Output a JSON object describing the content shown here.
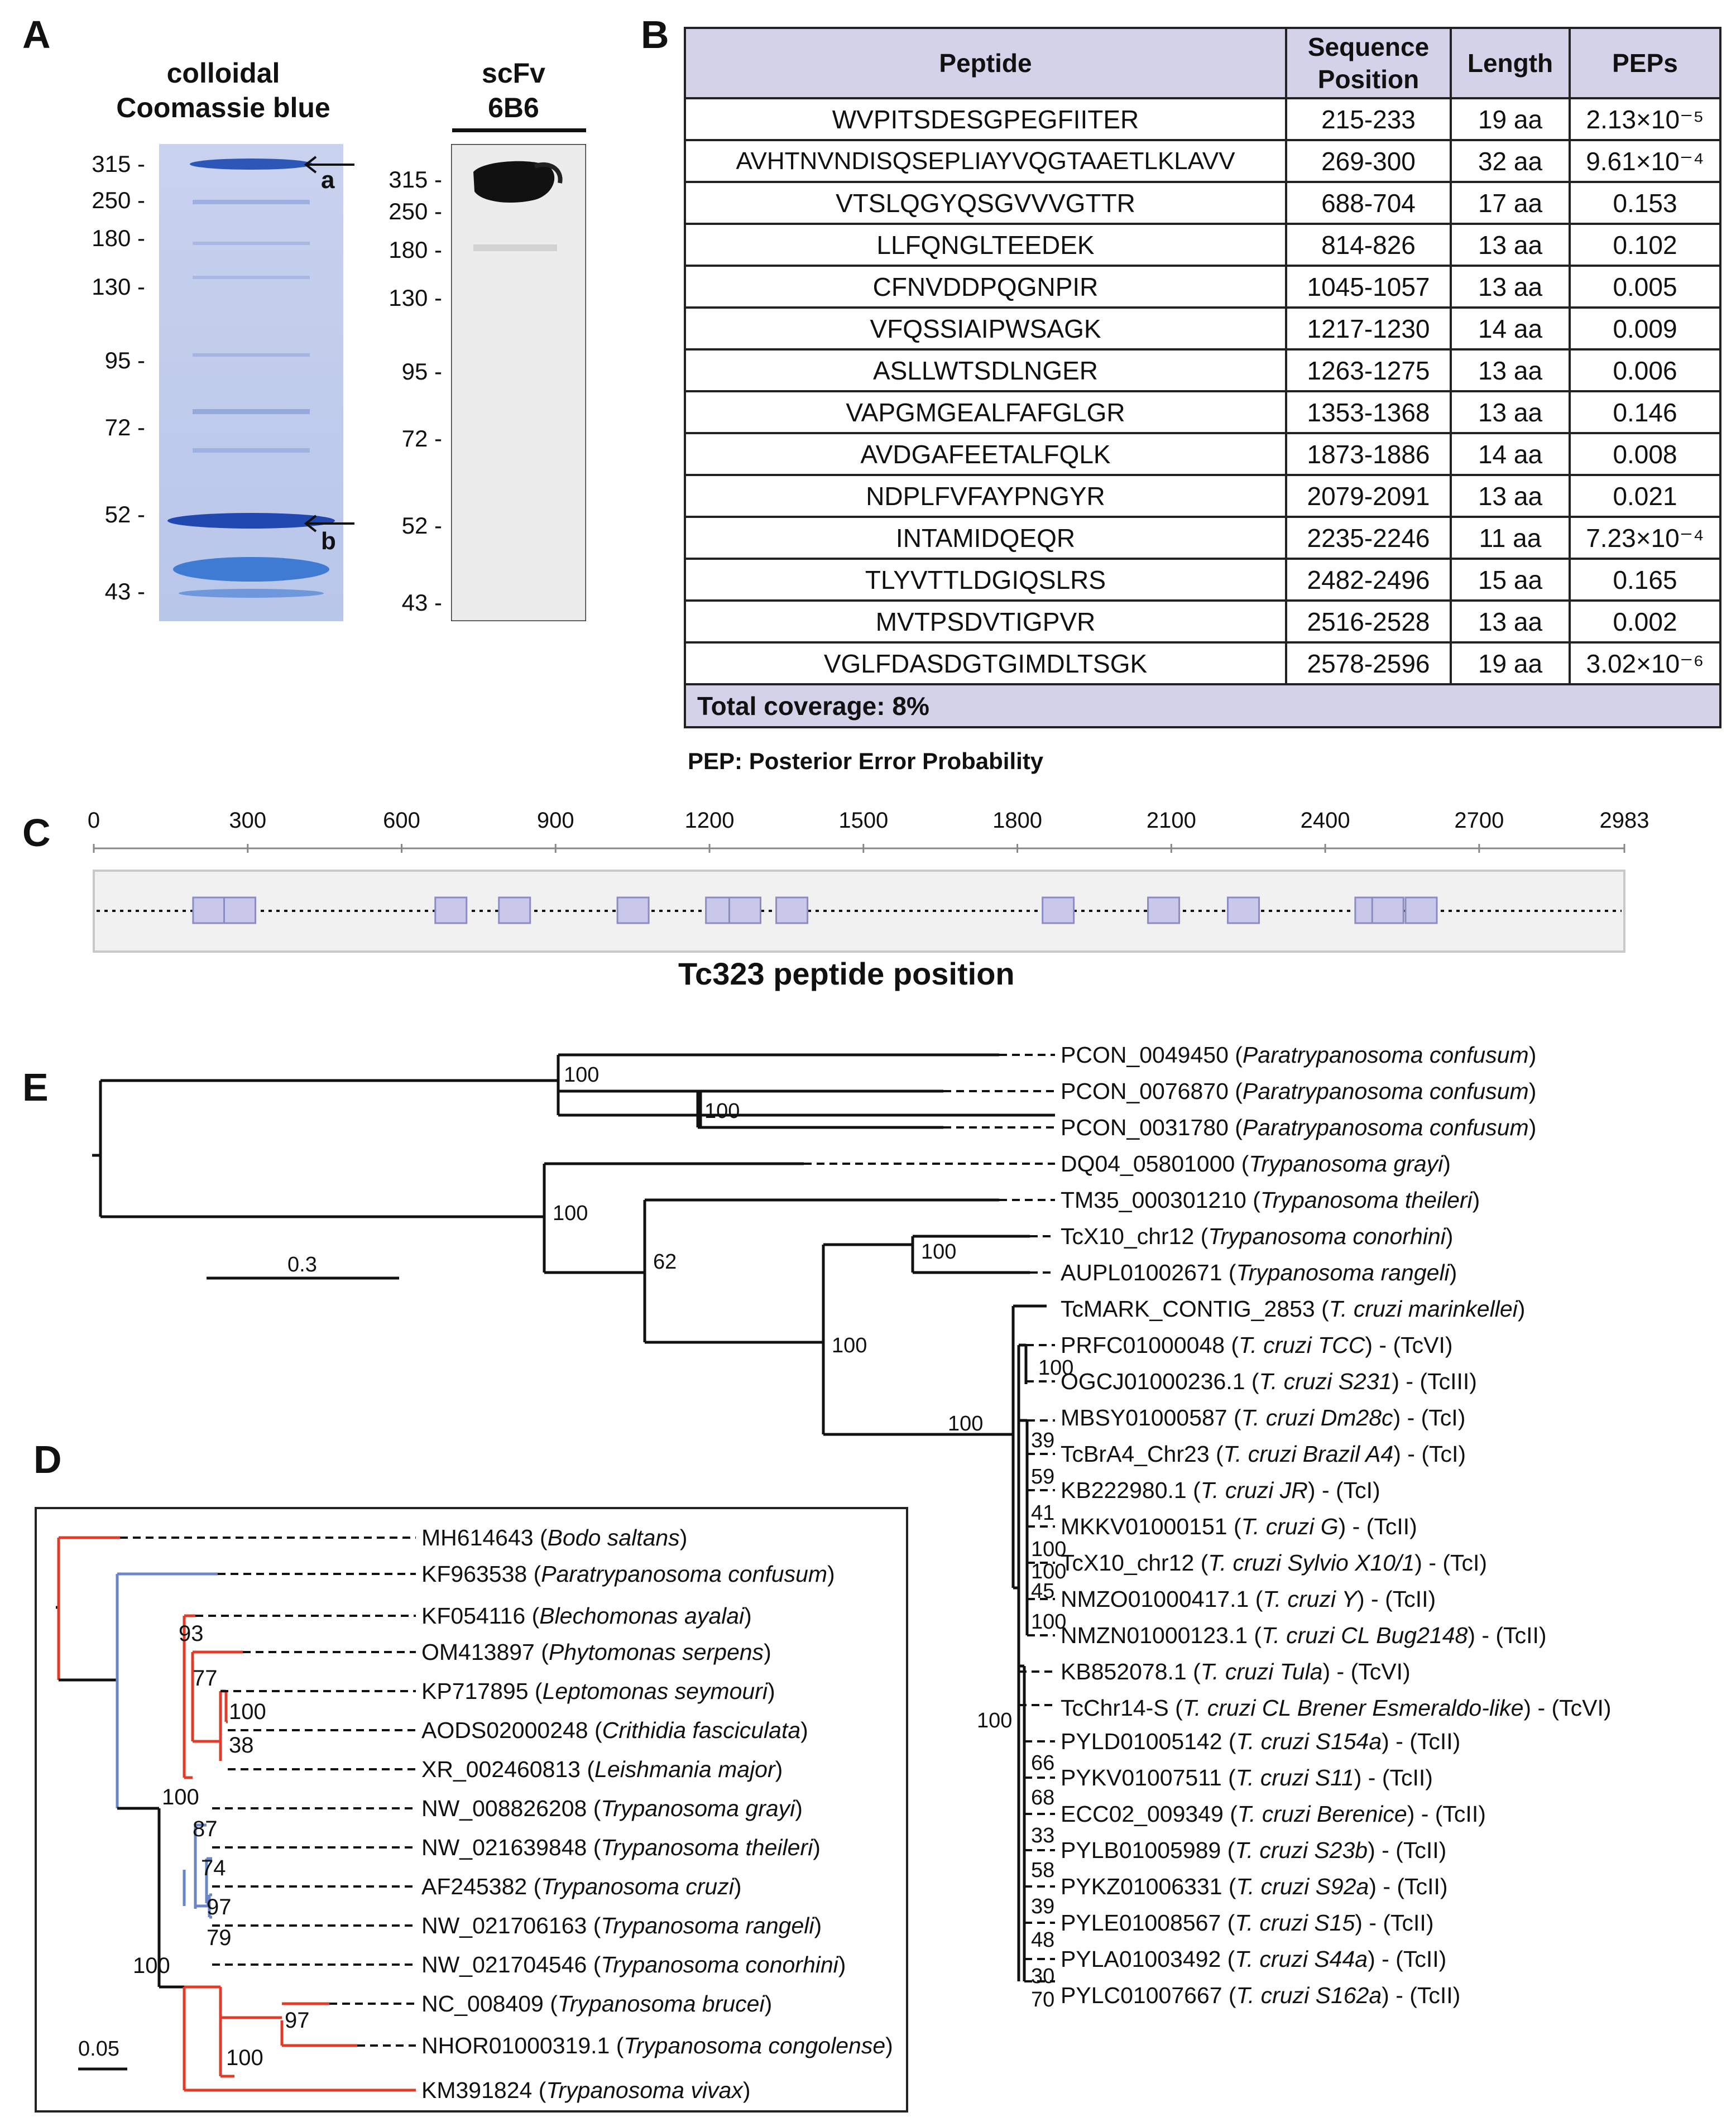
{
  "panels": {
    "a": "A",
    "b": "B",
    "c": "C",
    "d": "D",
    "e": "E"
  },
  "gel1": {
    "title_line1": "colloidal",
    "title_line2": "Coomassie blue",
    "markers": [
      "315 -",
      "250 -",
      "180 -",
      "130 -",
      "95 -",
      "72 -",
      "52 -",
      "43 -"
    ],
    "arrow_a": "a",
    "arrow_b": "b"
  },
  "gel2": {
    "title_line1": "scFv",
    "title_line2": "6B6",
    "markers": [
      "315 -",
      "250 -",
      "180 -",
      "130 -",
      "95 -",
      "72 -",
      "52 -",
      "43 -"
    ]
  },
  "table": {
    "headers": [
      "Peptide",
      "Sequence Position",
      "Length",
      "PEPs"
    ],
    "rows": [
      [
        "WVPITSDESGPEGFIITER",
        "215-233",
        "19 aa",
        "2.13×10⁻⁵"
      ],
      [
        "AVHTNVNDISQSEPLIAYVQGTAAETLKLAVV",
        "269-300",
        "32 aa",
        "9.61×10⁻⁴"
      ],
      [
        "VTSLQGYQSGVVVGTTR",
        "688-704",
        "17 aa",
        "0.153"
      ],
      [
        "LLFQNGLTEEDEK",
        "814-826",
        "13 aa",
        "0.102"
      ],
      [
        "CFNVDDPQGNPIR",
        "1045-1057",
        "13 aa",
        "0.005"
      ],
      [
        "VFQSSIAIPWSAGK",
        "1217-1230",
        "14 aa",
        "0.009"
      ],
      [
        "ASLLWTSDLNGER",
        "1263-1275",
        "13 aa",
        "0.006"
      ],
      [
        "VAPGMGEALFAFGLGR",
        "1353-1368",
        "13 aa",
        "0.146"
      ],
      [
        "AVDGAFEETALFQLK",
        "1873-1886",
        "14 aa",
        "0.008"
      ],
      [
        "NDPLFVFAYPNGYR",
        "2079-2091",
        "13 aa",
        "0.021"
      ],
      [
        "INTAMIDQEQR",
        "2235-2246",
        "11 aa",
        "7.23×10⁻⁴"
      ],
      [
        "TLYVTTLDGIQSLRS",
        "2482-2496",
        "15 aa",
        "0.165"
      ],
      [
        "MVTPSDVTIGPVR",
        "2516-2528",
        "13 aa",
        "0.002"
      ],
      [
        "VGLFDASDGTGIMDLTSGK",
        "2578-2596",
        "19 aa",
        "3.02×10⁻⁶"
      ]
    ],
    "coverage": "Total coverage: 8%",
    "note": "PEP: Posterior Error Probability"
  },
  "panelC": {
    "ticks": [
      "0",
      "300",
      "600",
      "900",
      "1200",
      "1500",
      "1800",
      "2100",
      "2400",
      "2700",
      "2983"
    ],
    "title": "Tc323 peptide position",
    "colors": {
      "box_fill": "#c9c8ea",
      "box_stroke": "#8c8bc4",
      "bg": "#f1f1f1"
    }
  },
  "treeE": {
    "scale": "0.3",
    "boot": [
      "100",
      "100",
      "100",
      "62",
      "100",
      "100",
      "100",
      "100",
      "100",
      "39",
      "59",
      "41",
      "100",
      "100",
      "45",
      "100",
      "66",
      "68",
      "33",
      "58",
      "39",
      "48",
      "30",
      "70"
    ],
    "leaves": [
      {
        "id": "PCON_0049450",
        "sp": "Paratrypanosoma confusum",
        "suf": ""
      },
      {
        "id": "PCON_0076870",
        "sp": "Paratrypanosoma confusum",
        "suf": ""
      },
      {
        "id": "PCON_0031780",
        "sp": "Paratrypanosoma confusum",
        "suf": ""
      },
      {
        "id": "DQ04_05801000",
        "sp": "Trypanosoma grayi",
        "suf": ""
      },
      {
        "id": "TM35_000301210",
        "sp": "Trypanosoma theileri",
        "suf": ""
      },
      {
        "id": "TcX10_chr12",
        "sp": "Trypanosoma conorhini",
        "suf": ""
      },
      {
        "id": "AUPL01002671",
        "sp": "Trypanosoma rangeli",
        "suf": ""
      },
      {
        "id": "TcMARK_CONTIG_2853",
        "sp": "T. cruzi marinkellei",
        "suf": ""
      },
      {
        "id": "PRFC01000048",
        "sp": "T. cruzi TCC",
        "suf": " - (TcVI)"
      },
      {
        "id": "OGCJ01000236.1",
        "sp": "T. cruzi S231",
        "suf": " - (TcIII)"
      },
      {
        "id": "MBSY01000587",
        "sp": "T. cruzi Dm28c",
        "suf": " - (TcI)"
      },
      {
        "id": "TcBrA4_Chr23",
        "sp": "T. cruzi Brazil A4",
        "suf": " - (TcI)"
      },
      {
        "id": "KB222980.1",
        "sp": "T. cruzi JR",
        "suf": " - (TcI)"
      },
      {
        "id": "MKKV01000151",
        "sp": "T. cruzi G",
        "suf": " - (TcII)"
      },
      {
        "id": "TcX10_chr12",
        "sp": "T. cruzi Sylvio X10/1",
        "suf": " - (TcI)"
      },
      {
        "id": "NMZO01000417.1",
        "sp": "T. cruzi Y",
        "suf": " - (TcII)"
      },
      {
        "id": "NMZN01000123.1",
        "sp": "T. cruzi CL Bug2148",
        "suf": " - (TcII)"
      },
      {
        "id": "KB852078.1",
        "sp": "T. cruzi Tula",
        "suf": " - (TcVI)"
      },
      {
        "id": "TcChr14-S",
        "sp": "T. cruzi CL Brener Esmeraldo-like",
        "suf": " - (TcVI)"
      },
      {
        "id": "PYLD01005142",
        "sp": "T. cruzi S154a",
        "suf": " - (TcII)"
      },
      {
        "id": "PYKV01007511",
        "sp": "T. cruzi S11",
        "suf": " - (TcII)"
      },
      {
        "id": "ECC02_009349",
        "sp": "T. cruzi Berenice",
        "suf": " - (TcII)"
      },
      {
        "id": "PYLB01005989",
        "sp": "T. cruzi S23b",
        "suf": " - (TcII)"
      },
      {
        "id": "PYKZ01006331",
        "sp": "T. cruzi S92a",
        "suf": " - (TcII)"
      },
      {
        "id": "PYLE01008567",
        "sp": "T. cruzi S15",
        "suf": " - (TcII)"
      },
      {
        "id": "PYLA01003492",
        "sp": "T. cruzi S44a",
        "suf": " - (TcII)"
      },
      {
        "id": "PYLC01007667",
        "sp": "T. cruzi S162a",
        "suf": " - (TcII)"
      }
    ]
  },
  "treeD": {
    "scale": "0.05",
    "boot": [
      "93",
      "77",
      "100",
      "38",
      "100",
      "87",
      "74",
      "97",
      "79",
      "100",
      "97",
      "100"
    ],
    "leaves": [
      {
        "id": "MH614643",
        "sp": "Bodo saltans"
      },
      {
        "id": "KF963538",
        "sp": "Paratrypanosoma confusum"
      },
      {
        "id": "KF054116",
        "sp": "Blechomonas ayalai"
      },
      {
        "id": "OM413897",
        "sp": "Phytomonas serpens"
      },
      {
        "id": "KP717895",
        "sp": "Leptomonas seymouri"
      },
      {
        "id": "AODS02000248",
        "sp": "Crithidia fasciculata"
      },
      {
        "id": "XR_002460813",
        "sp": "Leishmania major"
      },
      {
        "id": "NW_008826208",
        "sp": "Trypanosoma grayi"
      },
      {
        "id": "NW_021639848",
        "sp": "Trypanosoma theileri"
      },
      {
        "id": "AF245382",
        "sp": "Trypanosoma cruzi"
      },
      {
        "id": "NW_021706163",
        "sp": "Trypanosoma rangeli"
      },
      {
        "id": "NW_021704546",
        "sp": "Trypanosoma conorhini"
      },
      {
        "id": "NC_008409",
        "sp": "Trypanosoma brucei"
      },
      {
        "id": "NHOR01000319.1",
        "sp": "Trypanosoma congolense"
      },
      {
        "id": "KM391824",
        "sp": "Trypanosoma vivax"
      }
    ],
    "colors": {
      "red": "#e23b2a",
      "blue": "#6a86c6",
      "black": "#111111"
    }
  }
}
